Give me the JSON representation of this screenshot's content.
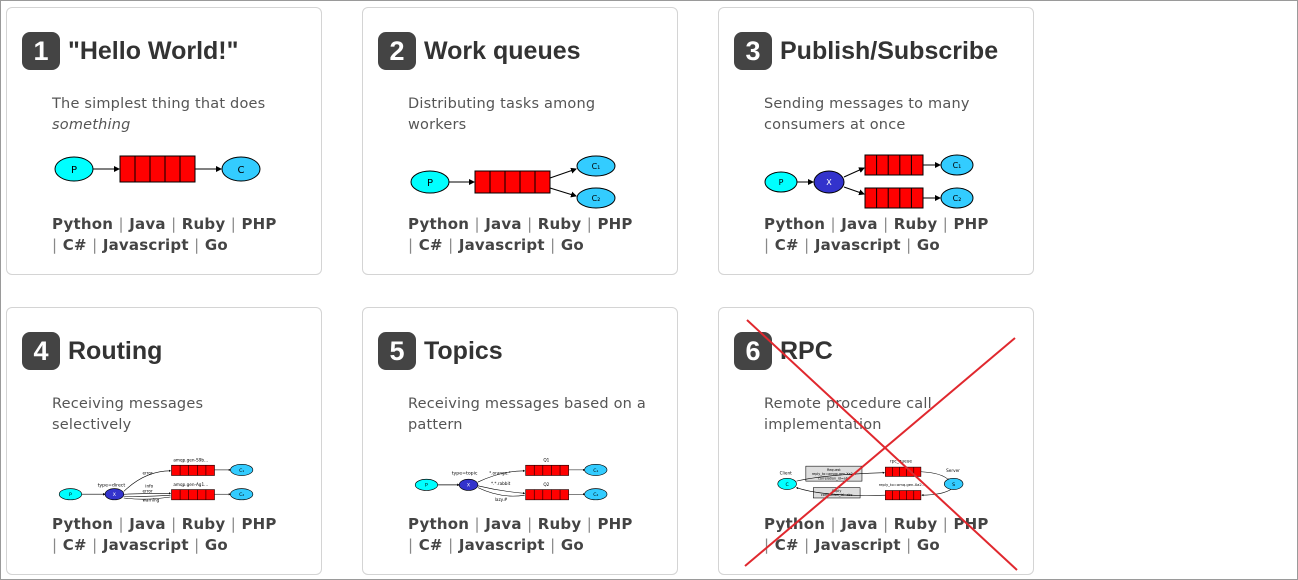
{
  "tutorials": [
    {
      "number": "1",
      "title": "\"Hello World!\"",
      "desc_plain": "The simplest thing that does",
      "desc_em": "something"
    },
    {
      "number": "2",
      "title": "Work queues",
      "desc_plain": "Distributing tasks among workers"
    },
    {
      "number": "3",
      "title": "Publish/Subscribe",
      "desc_plain": "Sending messages to many consumers at once"
    },
    {
      "number": "4",
      "title": "Routing",
      "desc_plain": "Receiving messages selectively"
    },
    {
      "number": "5",
      "title": "Topics",
      "desc_plain": "Receiving messages based on a pattern"
    },
    {
      "number": "6",
      "title": "RPC",
      "desc_plain": "Remote procedure call implementation"
    }
  ],
  "languages": [
    "Python",
    "Java",
    "Ruby",
    "PHP",
    "C#",
    "Javascript",
    "Go"
  ],
  "separator": "|",
  "diagram_labels": {
    "producer": "P",
    "consumer": "C",
    "c1": "C₁",
    "c2": "C₂",
    "exchange": "X",
    "routing_type": "type=direct",
    "routing_q1": "amqp.gen-S9b...",
    "routing_q2": "amqp.gen-Ag1...",
    "routing_error": "error",
    "routing_info": "info",
    "routing_warning": "warning",
    "topic_type": "type=topic",
    "topic_q1": "Q1",
    "topic_q2": "Q2",
    "topic_orange": "*.orange.*",
    "topic_rabbit": "*.*.rabbit",
    "topic_lazy": "lazy.#",
    "rpc_client": "Client",
    "rpc_server": "Server",
    "rpc_c": "C",
    "rpc_s": "S",
    "rpc_queue": "rpc_queue",
    "rpc_reply": "reply_to=amq.gen-Xa2...",
    "rpc_request_1": "Request",
    "rpc_request_2": "reply_to=amqp.gen-Xa2...",
    "rpc_request_3": "correlation_id=abc",
    "rpc_reply_label": "Reply",
    "rpc_reply_corr": "correlation_id=abc"
  },
  "colors": {
    "queue_red": "#ff0000",
    "producer_cyan": "#00ffff",
    "consumer_blue": "#33ccff",
    "exchange_blue": "#3333cc",
    "cross_red": "#e0282e",
    "badge": "#444444"
  }
}
